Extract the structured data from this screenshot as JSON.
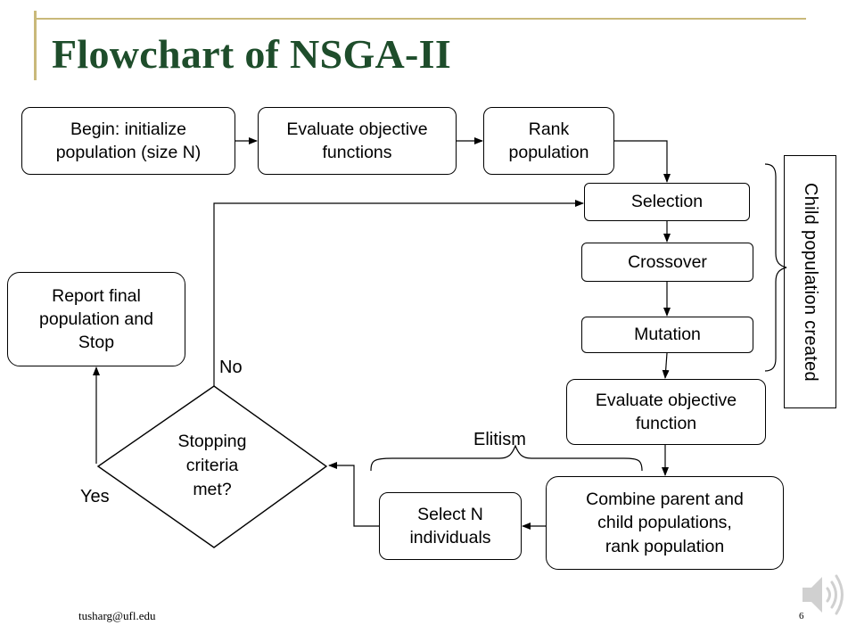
{
  "slide": {
    "title": "Flowchart of NSGA-II",
    "footer_email": "tusharg@ufl.edu",
    "page_number": "6"
  },
  "flowchart": {
    "nodes": {
      "begin": "Begin: initialize\npopulation (size N)",
      "evaluate_objectives": "Evaluate objective\nfunctions",
      "rank_population": "Rank\npopulation",
      "selection": "Selection",
      "crossover": "Crossover",
      "mutation": "Mutation",
      "evaluate_objective_function": "Evaluate objective\nfunction",
      "combine": "Combine parent and\nchild populations,\nrank population",
      "select_n": "Select N\nindividuals",
      "stopping_criteria": "Stopping\ncriteria\nmet?",
      "report": "Report final\npopulation and\nStop"
    },
    "labels": {
      "yes": "Yes",
      "no": "No",
      "elitism": "Elitism",
      "child_population": "Child population created"
    }
  },
  "icons": {
    "speaker": "speaker-icon"
  },
  "colors": {
    "title": "#1e4d2b",
    "frame": "#c9b97a",
    "speaker": "#d0d0d0"
  }
}
